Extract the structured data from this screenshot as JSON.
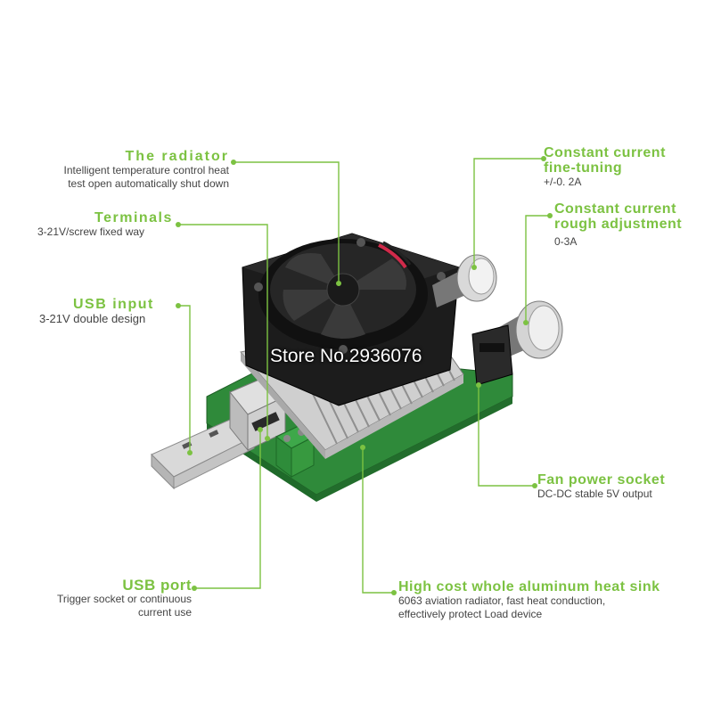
{
  "annotations": {
    "radiator": {
      "title": "The radiator",
      "desc1": "Intelligent temperature control heat",
      "desc2": "test open automatically shut down"
    },
    "terminals": {
      "title": "Terminals",
      "desc1": "3-21V/screw fixed way"
    },
    "usb_input": {
      "title": "USB input",
      "desc1": "3-21V double design"
    },
    "usb_port": {
      "title": "USB port",
      "desc1": "Trigger socket or continuous",
      "desc2": "current use"
    },
    "cc_fine": {
      "title1": "Constant current",
      "title2": "fine-tuning",
      "desc1": "+/-0. 2A"
    },
    "cc_rough": {
      "title1": "Constant current",
      "title2": "rough adjustment",
      "desc1": "0-3A"
    },
    "fan_socket": {
      "title": "Fan power socket",
      "desc1": "DC-DC stable 5V output"
    },
    "heat_sink": {
      "title": "High cost whole aluminum heat sink",
      "desc1": "6063 aviation radiator, fast heat conduction,",
      "desc2": "effectively protect  Load device"
    }
  },
  "watermark": "Store No.2936076",
  "colors": {
    "accent": "#7cc242",
    "text": "#444444",
    "pcb": "#2f8a3a",
    "fan": "#1c1c1c",
    "heatsink": "#c8c8c8"
  }
}
